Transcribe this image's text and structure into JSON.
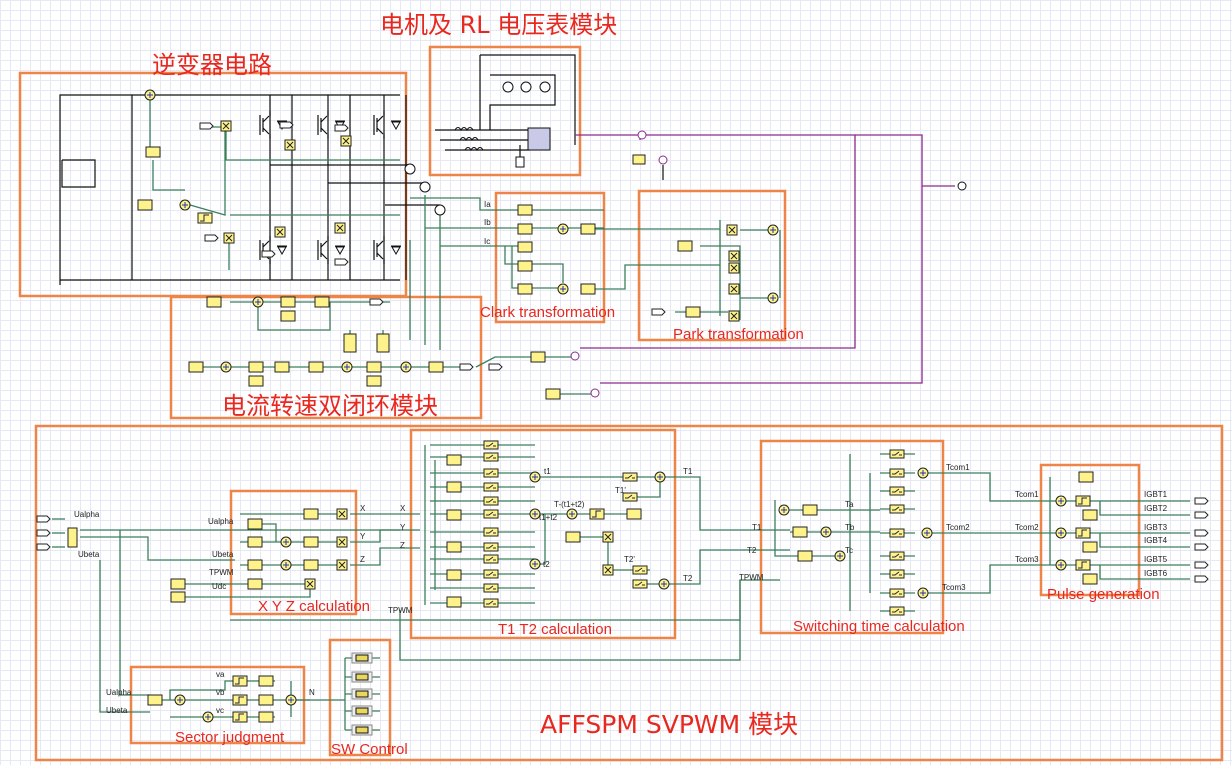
{
  "modules": {
    "inverter": "逆变器电路",
    "motor": "电机及 RL 电压表模块",
    "clark": "Clark transformation",
    "park": "Park transformation",
    "loop": "电流转速双闭环模块",
    "svpwm": "AFFSPM SVPWM 模块",
    "xyz": "X Y Z calculation",
    "t1t2": "T1 T2 calculation",
    "switching": "Switching time calculation",
    "pulse": "Pulse generation",
    "sector": "Sector judgment",
    "sw": "SW Control"
  },
  "signals": {
    "ualpha": "Ualpha",
    "ubeta": "Ubeta",
    "x": "X",
    "y": "Y",
    "z": "Z",
    "tpwm": "TPWM",
    "udc": "Udc",
    "t1": "t1",
    "t2": "t2",
    "t_minus": "T-(t1+t2)",
    "t_sum": "t1+t2",
    "T1p": "T1'",
    "T2p": "T2'",
    "T1": "T1",
    "T2": "T2",
    "ta": "Ta",
    "tb": "Tb",
    "tc": "Tc",
    "tcom1": "Tcom1",
    "tcom2": "Tcom2",
    "tcom3": "Tcom3",
    "igbt": [
      "IGBT1",
      "IGBT2",
      "IGBT3",
      "IGBT4",
      "IGBT5",
      "IGBT6"
    ],
    "va": "va",
    "vb": "vb",
    "vc": "vc",
    "n": "N",
    "ia": "Ia",
    "ib": "Ib",
    "ic": "Ic"
  },
  "colors": {
    "module_border": "#ee8447",
    "module_label": "#e8281e",
    "wire": "#3c7f5c",
    "block_fill": "#fdf38a",
    "probe_wire": "#8c2a8c"
  }
}
